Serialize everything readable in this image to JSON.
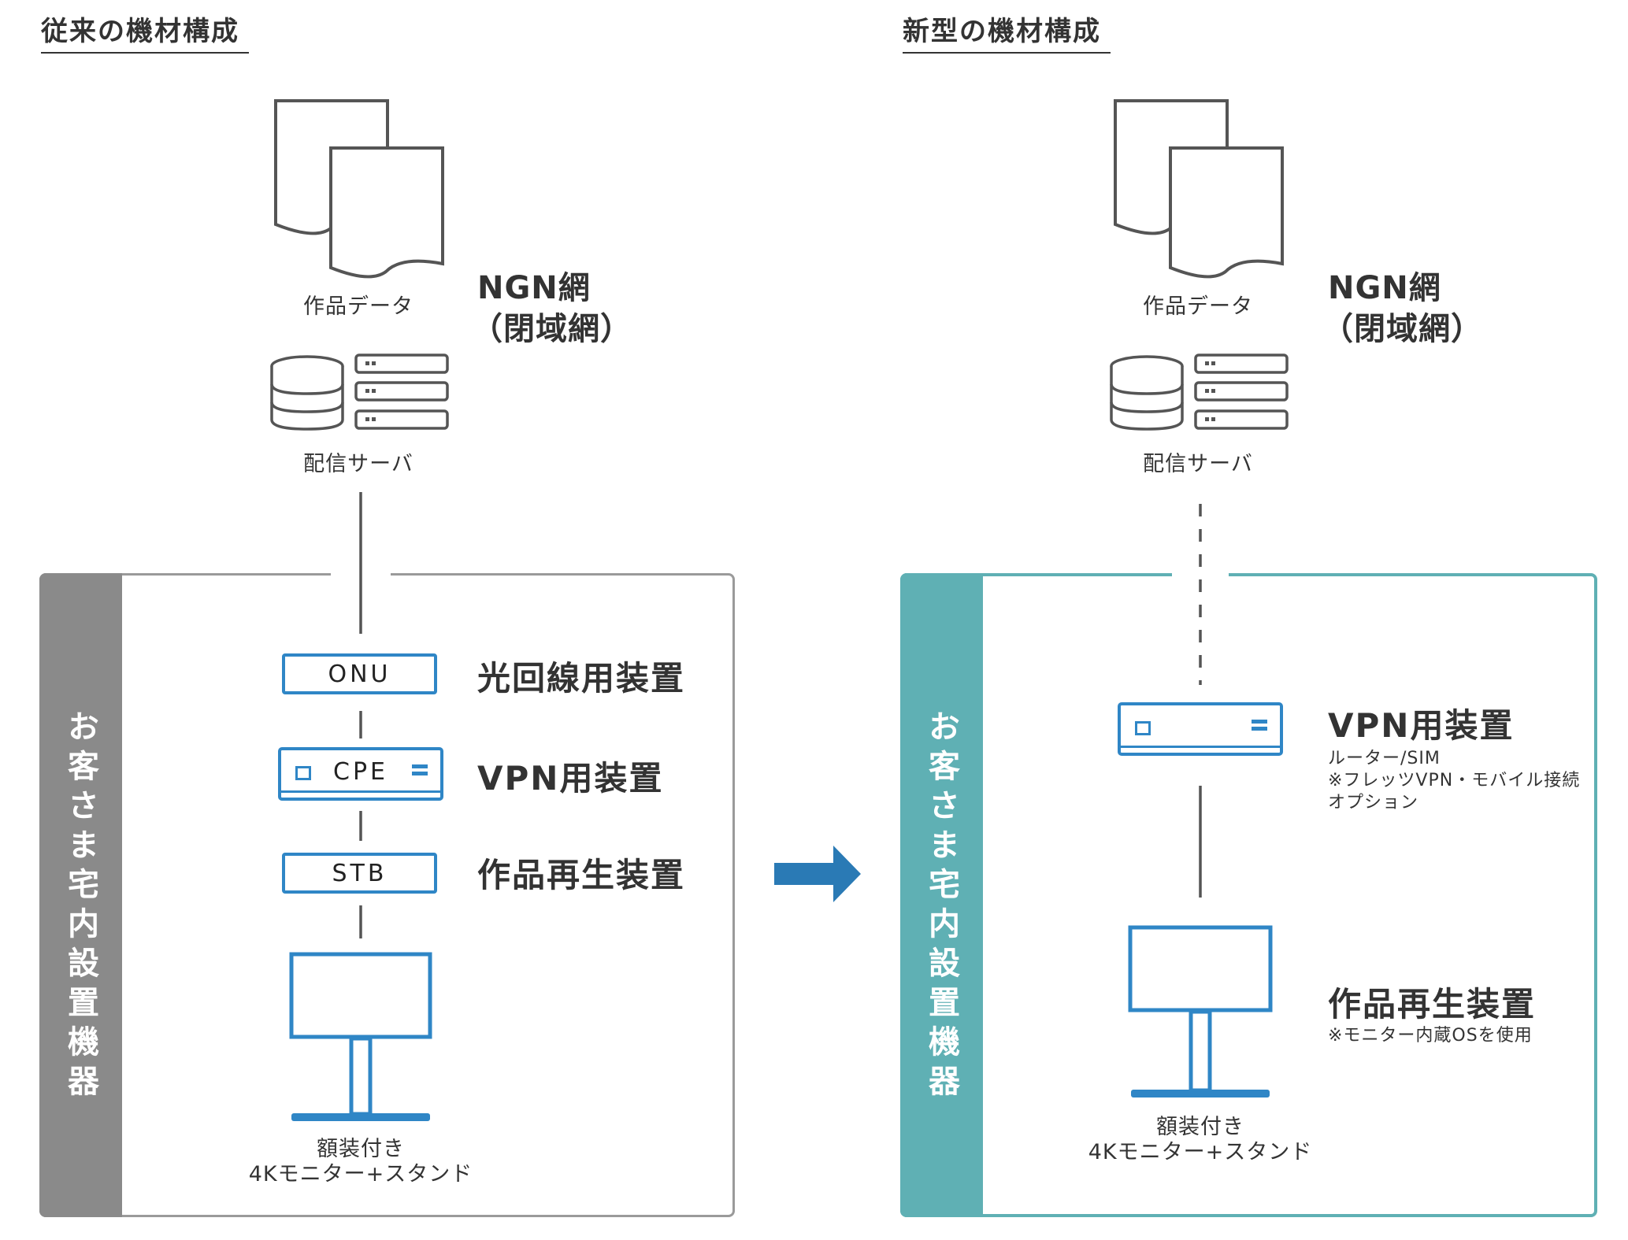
{
  "left": {
    "heading": "従来の機材構成",
    "works_label": "作品データ",
    "ngn_line1": "NGN網",
    "ngn_line2": "（閉域網）",
    "server_label": "配信サーバ",
    "sidebar_text": "お客さま宅内設置機器",
    "devices": [
      {
        "box": "ONU",
        "label": "光回線用装置"
      },
      {
        "box": "CPE",
        "label": "VPN用装置"
      },
      {
        "box": "STB",
        "label": "作品再生装置"
      }
    ],
    "monitor_line1": "額装付き",
    "monitor_line2": "4Kモニター+スタンド"
  },
  "right": {
    "heading": "新型の機材構成",
    "works_label": "作品データ",
    "ngn_line1": "NGN網",
    "ngn_line2": "（閉域網）",
    "server_label": "配信サーバ",
    "sidebar_text": "お客さま宅内設置機器",
    "vpn_label": "VPN用装置",
    "vpn_note1": "ルーター/SIM",
    "vpn_note2": "※フレッツVPN・モバイル接続",
    "vpn_note3": "オプション",
    "player_label": "作品再生装置",
    "player_note": "※モニター内蔵OSを使用",
    "monitor_line1": "額装付き",
    "monitor_line2": "4Kモニター+スタンド"
  },
  "colors": {
    "left_sidebar": "#8a8a8a",
    "left_border": "#9a9a9a",
    "right_sidebar": "#5fb0b4",
    "right_border": "#5fb0b4",
    "device_blue": "#2f86c6",
    "arrow_blue": "#2a7ab5",
    "icon_gray": "#555555"
  },
  "icons": {
    "documents": "documents-icon",
    "server": "server-icon",
    "monitor": "monitor-stand-icon",
    "arrow": "arrow-right-icon"
  }
}
